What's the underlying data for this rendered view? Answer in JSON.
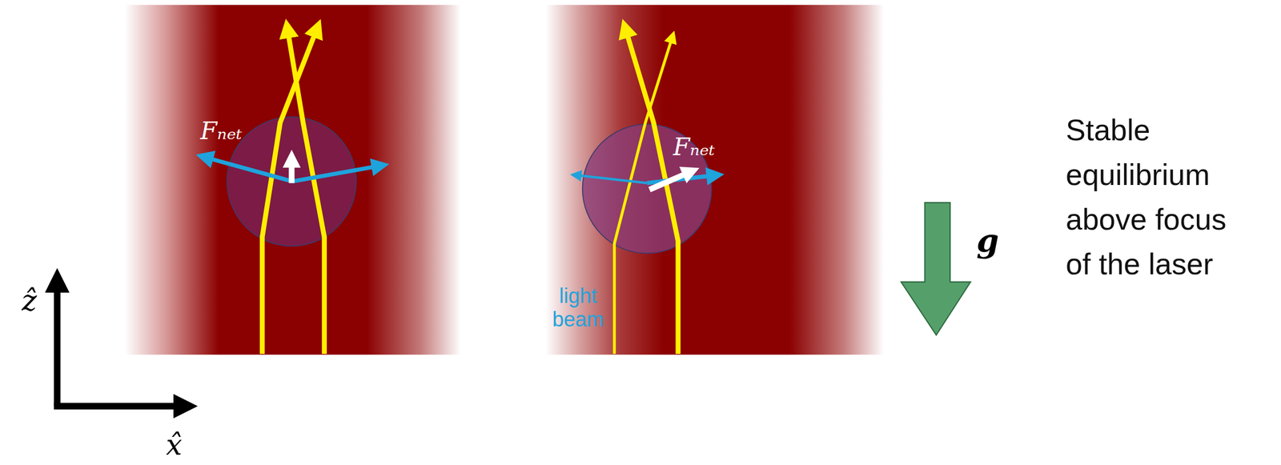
{
  "diagram": {
    "labels": [
      "Fₙₑₜ",
      "Fₙₑₜ",
      "light beam",
      "g",
      "Stable equilibrium above focus of the laser",
      "ẑ",
      "x̂"
    ]
  }
}
